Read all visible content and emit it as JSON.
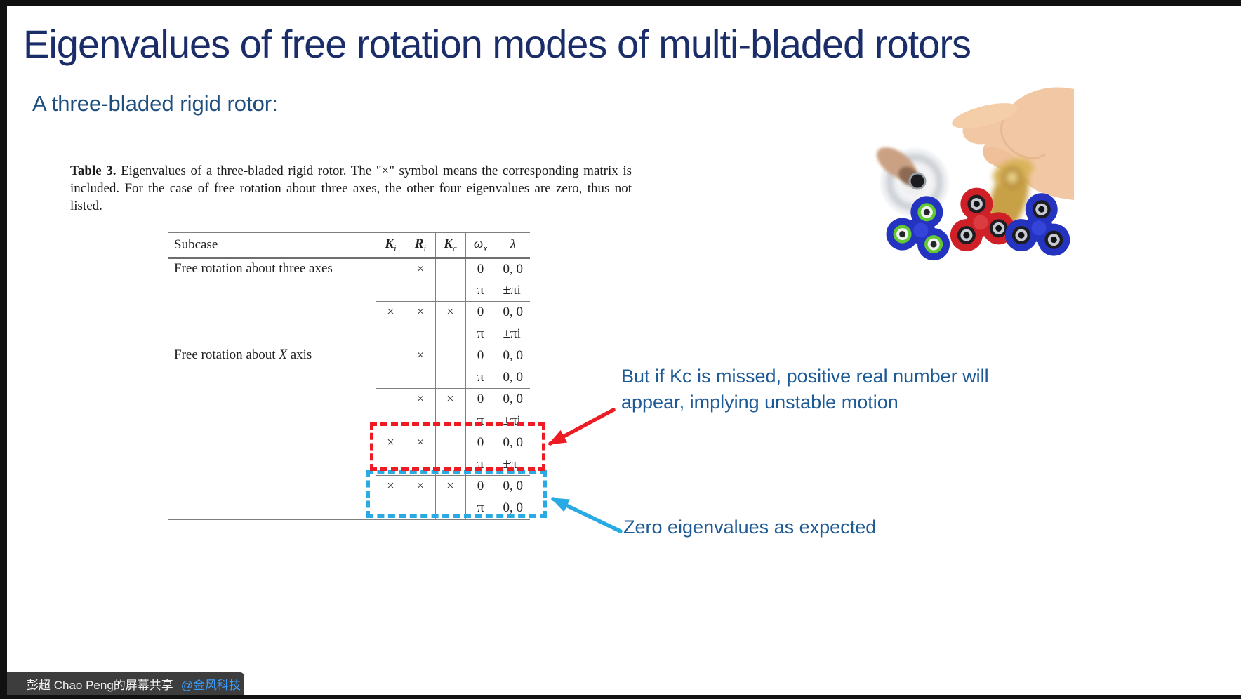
{
  "slide": {
    "title": "Eigenvalues of free rotation modes of multi-bladed rotors",
    "subtitle": "A three-bladed rigid rotor:"
  },
  "caption": {
    "label": "Table 3.",
    "body": " Eigenvalues of a three-bladed rigid rotor. The \"×\" symbol means the corresponding matrix is included. For the case of free rotation about three axes, the other four eigenvalues are zero, thus not listed."
  },
  "table": {
    "headers": [
      {
        "t": "Subcase",
        "style": ""
      },
      {
        "t": "K",
        "style": "bi",
        "sub": "i"
      },
      {
        "t": "R",
        "style": "bi",
        "sub": "i"
      },
      {
        "t": "K",
        "style": "bi",
        "sub": "c"
      },
      {
        "t": "ω",
        "style": "i",
        "sub": "x"
      },
      {
        "t": "λ",
        "style": "i"
      }
    ],
    "rows": [
      {
        "subcase": [
          {
            "t": "Free rotation about three axes"
          }
        ],
        "section": true,
        "marks": [
          "",
          "×",
          ""
        ],
        "pairs": [
          [
            "0",
            "0, 0"
          ],
          [
            "π",
            "±πi"
          ]
        ]
      },
      {
        "subcase": [],
        "section": false,
        "marks": [
          "×",
          "×",
          "×"
        ],
        "pairs": [
          [
            "0",
            "0, 0"
          ],
          [
            "π",
            "±πi"
          ]
        ]
      },
      {
        "subcase": [
          {
            "t": "Free rotation about "
          },
          {
            "t": "X",
            "i": true
          },
          {
            "t": " axis"
          }
        ],
        "section": true,
        "marks": [
          "",
          "×",
          ""
        ],
        "pairs": [
          [
            "0",
            "0, 0"
          ],
          [
            "π",
            "0, 0"
          ]
        ]
      },
      {
        "subcase": [],
        "section": false,
        "marks": [
          "",
          "×",
          "×"
        ],
        "pairs": [
          [
            "0",
            "0, 0"
          ],
          [
            "π",
            "±πi"
          ]
        ]
      },
      {
        "subcase": [],
        "section": false,
        "marks": [
          "×",
          "×",
          ""
        ],
        "pairs": [
          [
            "0",
            "0, 0"
          ],
          [
            "π",
            "±π"
          ]
        ],
        "highlight": "red"
      },
      {
        "subcase": [],
        "section": false,
        "marks": [
          "×",
          "×",
          "×"
        ],
        "pairs": [
          [
            "0",
            "0, 0"
          ],
          [
            "π",
            "0, 0"
          ]
        ],
        "highlight": "blue"
      }
    ]
  },
  "annotations": {
    "unstable_note": "But if Kc is missed, positive real number will\nappear, implying unstable motion",
    "zero_note": "Zero eigenvalues as expected"
  },
  "status_bar": {
    "mic_icon": "microphone-muted-icon",
    "share_icon": "screen-share-icon",
    "share_text": "彭超 Chao Peng的屏幕共享",
    "share_handle": "@金风科技"
  },
  "colors": {
    "title": "#1a2d68",
    "subtitle": "#1d4e7e",
    "note": "#1e5b96",
    "highlight_red": "#ed1c24",
    "highlight_blue": "#29aae2",
    "table_line": "#7f7f7f",
    "statusbar_bg": "#3d3d3d",
    "statusbar_handle": "#3d9dff"
  }
}
